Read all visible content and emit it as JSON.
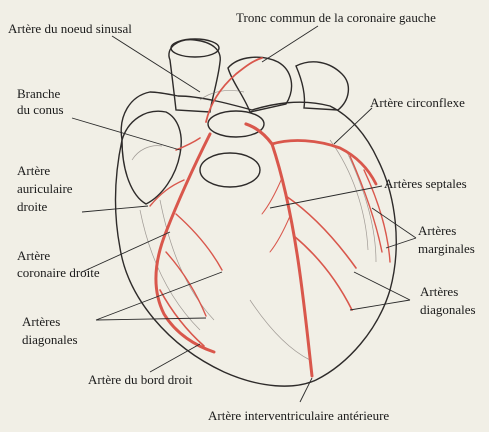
{
  "labels": {
    "noeud_sinusal": "Artère du noeud sinusal",
    "tronc_commun": "Tronc commun de la coronaire gauche",
    "branche_conus_1": "Branche",
    "branche_conus_2": "du conus",
    "circonflexe": "Artère circonflexe",
    "auriculaire_1": "Artère",
    "auriculaire_2": "auriculaire",
    "auriculaire_3": "droite",
    "septales": "Artères septales",
    "coronaire_droite_1": "Artère",
    "coronaire_droite_2": "coronaire droite",
    "marginales_1": "Artères",
    "marginales_2": "marginales",
    "diagonales_droite_1": "Artères",
    "diagonales_droite_2": "diagonales",
    "diagonales_gauche_1": "Artères",
    "diagonales_gauche_2": "diagonales",
    "bord_droit": "Artère du bord droit",
    "interventriculaire": "Artère interventriculaire antérieure"
  },
  "colors": {
    "artery": "#d9574c",
    "outline": "#2e2b2a",
    "background": "#f1efe6"
  }
}
